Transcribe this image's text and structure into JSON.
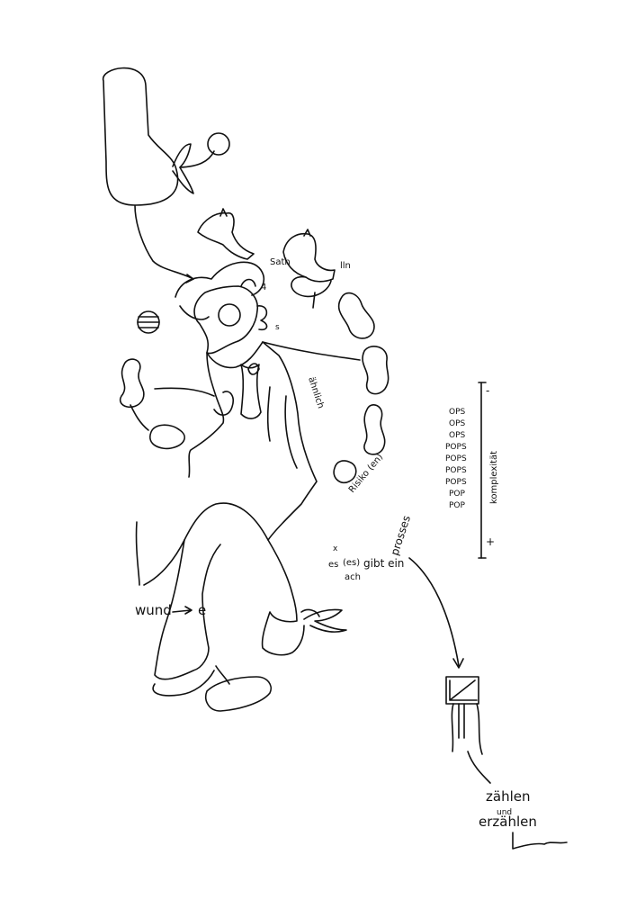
{
  "labels": {
    "wund": "wund",
    "e": "e",
    "sath": "Sath",
    "lln": "lln",
    "four": "4",
    "s": "s",
    "ahnlich": "ähnlich",
    "risiko": "Risiko (en)",
    "prosses": "prosses",
    "es": "es",
    "es_paren": "(es)",
    "gibt_ein": "gibt ein",
    "ach": "ach",
    "x": "x",
    "ops1": "OPS",
    "ops2": "OPS",
    "ops3": "OPS",
    "pops1": "POPS",
    "pops2": "POPS",
    "pops3": "POPS",
    "pops4": "POPS",
    "pop1": "POP",
    "pop2": "POP",
    "komplexitat": "komplexität",
    "minus": "-",
    "plus": "+",
    "zahlen": "zählen",
    "und": "und",
    "erzahlen": "erzählen"
  }
}
